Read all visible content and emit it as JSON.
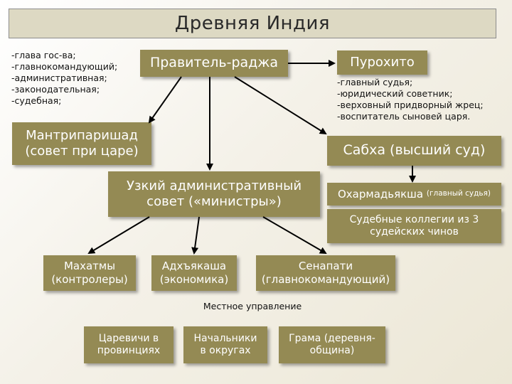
{
  "title": "Древняя Индия",
  "ruler": "Правитель-раджа",
  "ruler_duties": "-глава гос-ва;\n-главнокомандующий;\n-административная;\n-законодательная;\n-судебная;",
  "purohita": "Пурохито",
  "purohita_duties": "-главный судья;\n-юридический советник;\n-верховный придворный жрец;\n-воспитатель сыновей царя.",
  "mantriparishad": "Мантрипаришад\n(совет при царе)",
  "sabha": "Сабха (высший суд)",
  "narrow_council": "Узкий административный\nсовет («министры»)",
  "chief_judge_name": "Охармадьякша",
  "chief_judge_note": "(главный судья)",
  "judicial_colleges": "Судебные коллегии из 3\nсудейских чинов",
  "mahatmas": "Махатмы\n(контролеры)",
  "adhyakasha": "Адхъякаша\n(экономика)",
  "senapati": "Сенапати\n(главнокомандующий)",
  "local_gov_label": "Местное управление",
  "princes": "Царевичи в\nпровинциях",
  "district_chiefs": "Начальники\nв округах",
  "grama": "Грама (деревня-\nобщина)",
  "colors": {
    "box_fill": "#948a54",
    "title_fill": "#ddd9c3",
    "text_on_box": "#ffffff"
  }
}
